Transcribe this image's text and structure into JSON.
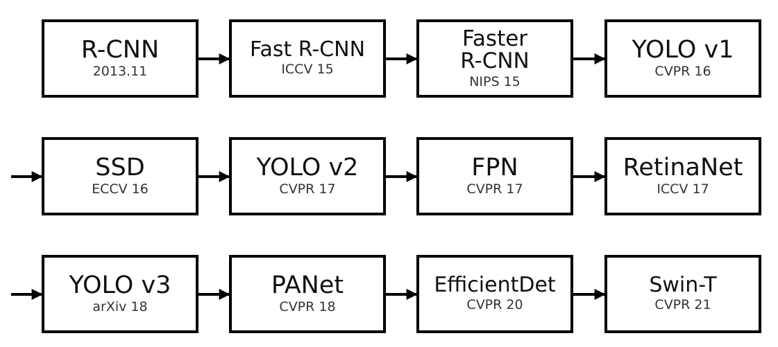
{
  "rows": [
    [
      {
        "name": "R-CNN",
        "venue": "2013.11"
      },
      {
        "name": "Fast R-CNN",
        "venue": "ICCV 15"
      },
      {
        "name": "Faster R-CNN",
        "venue": "NIPS 15"
      },
      {
        "name": "YOLO v1",
        "venue": "CVPR 16"
      }
    ],
    [
      {
        "name": "SSD",
        "venue": "ECCV 16"
      },
      {
        "name": "YOLO v2",
        "venue": "CVPR 17"
      },
      {
        "name": "FPN",
        "venue": "CVPR 17"
      },
      {
        "name": "RetinaNet",
        "venue": "ICCV 17"
      }
    ],
    [
      {
        "name": "YOLO v3",
        "venue": "arXiv 18"
      },
      {
        "name": "PANet",
        "venue": "CVPR 18"
      },
      {
        "name": "EfficientDet",
        "venue": "CVPR 20"
      },
      {
        "name": "Swin-T",
        "venue": "CVPR 21"
      }
    ]
  ],
  "colors": {
    "border": "#000000",
    "text": "#111111",
    "arrow": "#000000"
  }
}
